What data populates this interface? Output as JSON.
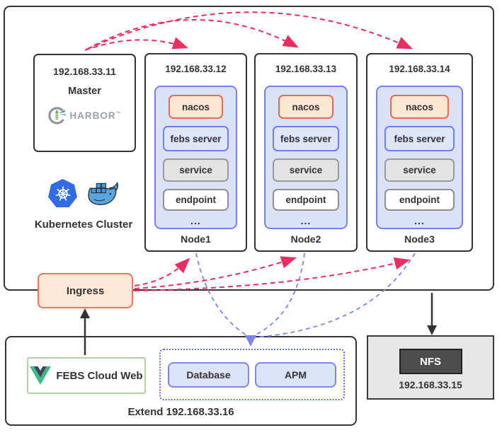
{
  "cluster": {
    "label": "Kubernetes Cluster",
    "master": {
      "ip": "192.168.33.11",
      "role": "Master",
      "registry_logo": "HARBOR",
      "registry_tm": "™"
    },
    "nodes": [
      {
        "ip": "192.168.33.12",
        "name": "Node1",
        "components": [
          "nacos",
          "febs server",
          "service",
          "endpoint"
        ]
      },
      {
        "ip": "192.168.33.13",
        "name": "Node2",
        "components": [
          "nacos",
          "febs server",
          "service",
          "endpoint"
        ]
      },
      {
        "ip": "192.168.33.14",
        "name": "Node3",
        "components": [
          "nacos",
          "febs server",
          "service",
          "endpoint"
        ]
      }
    ],
    "ellipsis": "..."
  },
  "ingress": {
    "label": "Ingress"
  },
  "web": {
    "label": "FEBS Cloud Web"
  },
  "extend": {
    "label": "Extend 192.168.33.16",
    "items": [
      {
        "label": "Database"
      },
      {
        "label": "APM"
      }
    ]
  },
  "nfs": {
    "label": "NFS",
    "ip": "192.168.33.15"
  },
  "icons": {
    "kubernetes": "kubernetes-helm-wheel",
    "docker": "docker-whale",
    "harbor": "harbor-lighthouse",
    "vue": "vue-chevron"
  },
  "colors": {
    "outline": "#333333",
    "arrow_red": "#ed2d62",
    "arrow_blue": "#7b85f0",
    "arrow_black": "#333333",
    "pod_fill": "#dbe2f8",
    "pod_border": "#7282f5",
    "nacos_fill": "#fce6d4",
    "nacos_border": "#ec6a51",
    "service_fill": "#e3e3e3",
    "endpoint_fill": "#ffffff",
    "ingress_fill": "#fde7d7",
    "ingress_border": "#f2735b",
    "web_border": "#abd79e",
    "middleware_fill": "#dde3f7",
    "middleware_border": "#7c88f0",
    "nfs_fill": "#e7e7e7",
    "nfs_badge_fill": "#4d4d4d",
    "kubernetes_blue": "#326ce5",
    "vue_green": "#41b883",
    "vue_dark": "#35495e"
  }
}
